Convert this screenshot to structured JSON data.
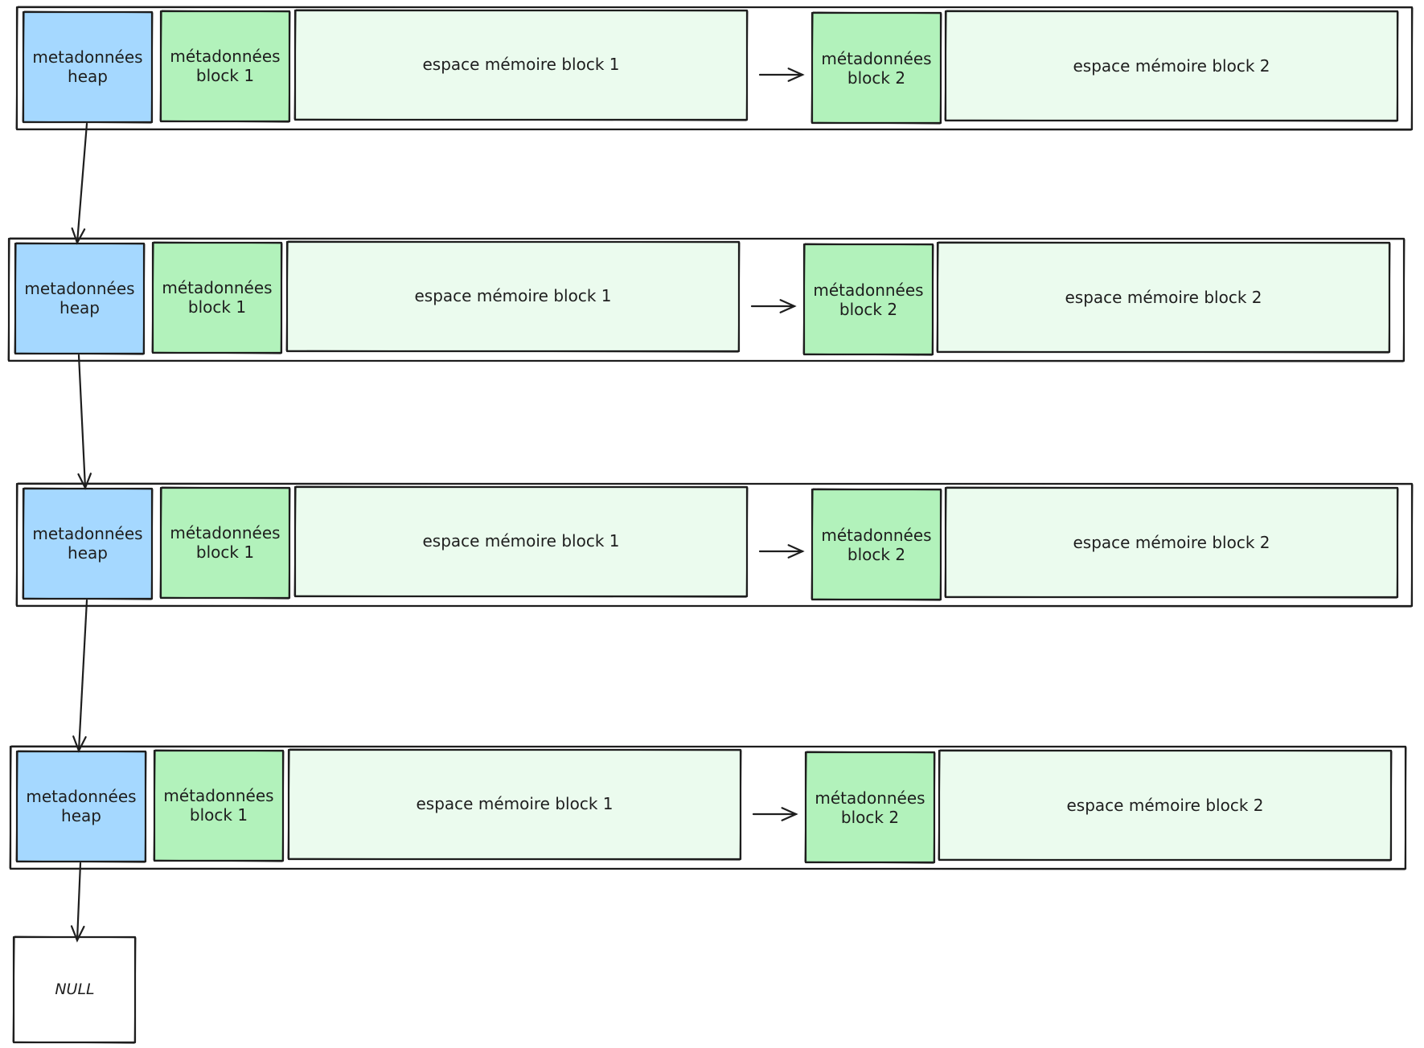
{
  "labels": {
    "heap_meta": [
      "metadonnées",
      "heap"
    ],
    "block1_meta": [
      "métadonnées",
      "block 1"
    ],
    "block1_space": "espace mémoire block 1",
    "block2_meta": [
      "métadonnées",
      "block 2"
    ],
    "block2_space": "espace mémoire block 2",
    "null_node": "NULL"
  },
  "colors": {
    "heap_metadata": "#a5d8ff",
    "block_metadata": "#b2f2bb",
    "memory_space": "#ebfbee",
    "stroke": "#1e1e1e"
  },
  "heap_count": 4
}
